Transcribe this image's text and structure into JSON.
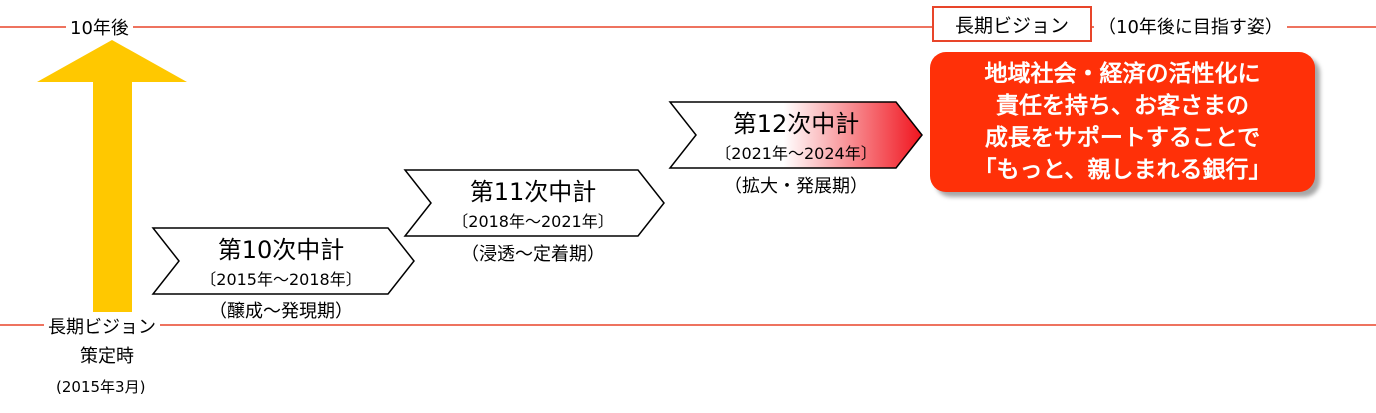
{
  "timeline": {
    "top_label": "10年後",
    "bottom_label_line1": "長期ビジョン",
    "bottom_label_line2": "策定時",
    "bottom_date": "(2015年3月)"
  },
  "vision": {
    "box_label": "長期ビジョン",
    "note": "（10年後に目指す姿）",
    "goal_lines": [
      "地域社会・経済の活性化に",
      "責任を持ち、お客さまの",
      "成長をサポートすることで",
      "「もっと、親しまれる銀行」"
    ]
  },
  "plans": [
    {
      "title": "第10次中計",
      "years": "〔2015年〜2018年〕",
      "phase": "（醸成〜発現期）"
    },
    {
      "title": "第11次中計",
      "years": "〔2018年〜2021年〕",
      "phase": "（浸透〜定着期）"
    },
    {
      "title": "第12次中計",
      "years": "〔2021年〜2024年〕",
      "phase": "（拡大・発展期）"
    }
  ],
  "colors": {
    "line": "#e8452a",
    "arrow": "#ffc800",
    "goal_bg": "#ff3008",
    "chevron_highlight": "#f0141e"
  }
}
